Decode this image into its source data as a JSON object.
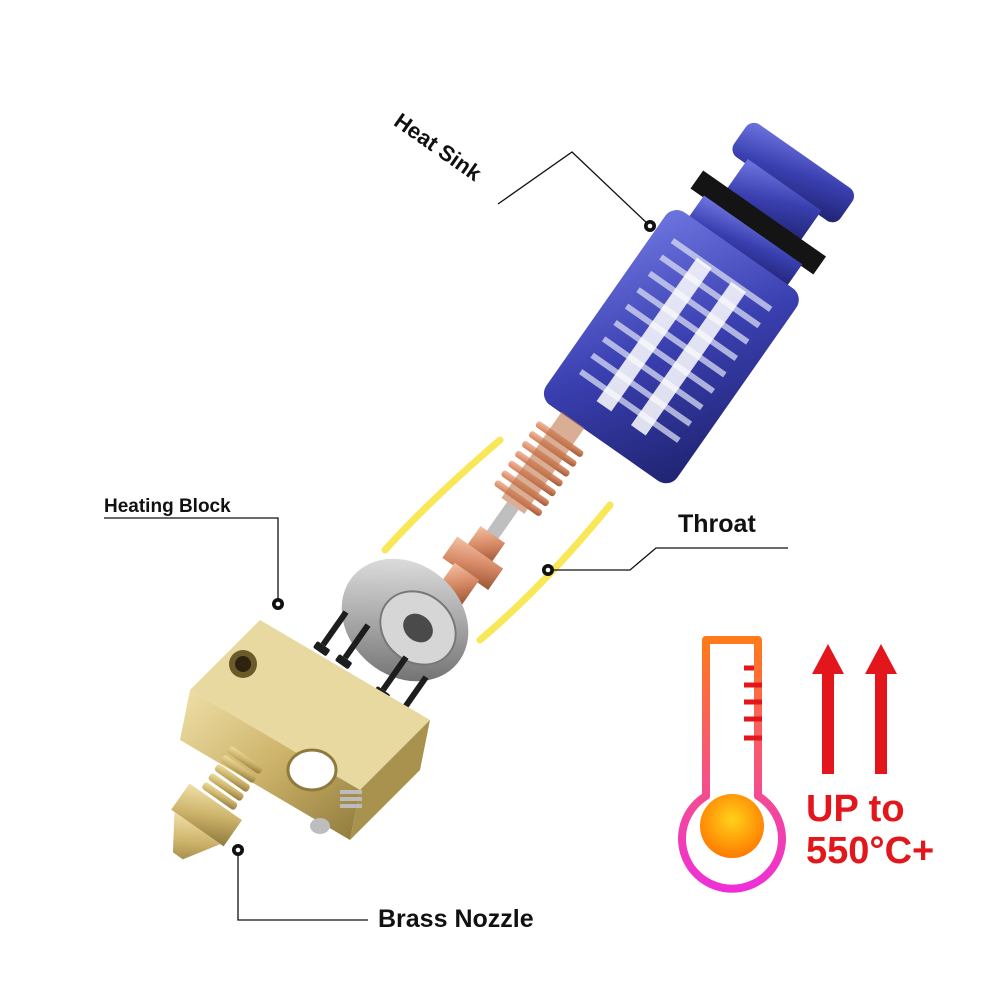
{
  "labels": {
    "heat_sink": "Heat Sink",
    "heating_block": "Heating Block",
    "throat": "Throat",
    "brass_nozzle": "Brass Nozzle"
  },
  "temperature": {
    "line1": "UP to",
    "line2": "550°C+"
  },
  "colors": {
    "heat_sink": "#3a3fb0",
    "copper": "#d88a66",
    "brass": "#cdb36a",
    "accent_red": "#e3161b",
    "glow": "#f7e33a",
    "thermo_outline_top": "#ff7a1a",
    "thermo_outline_bottom": "#ee2fd8"
  }
}
